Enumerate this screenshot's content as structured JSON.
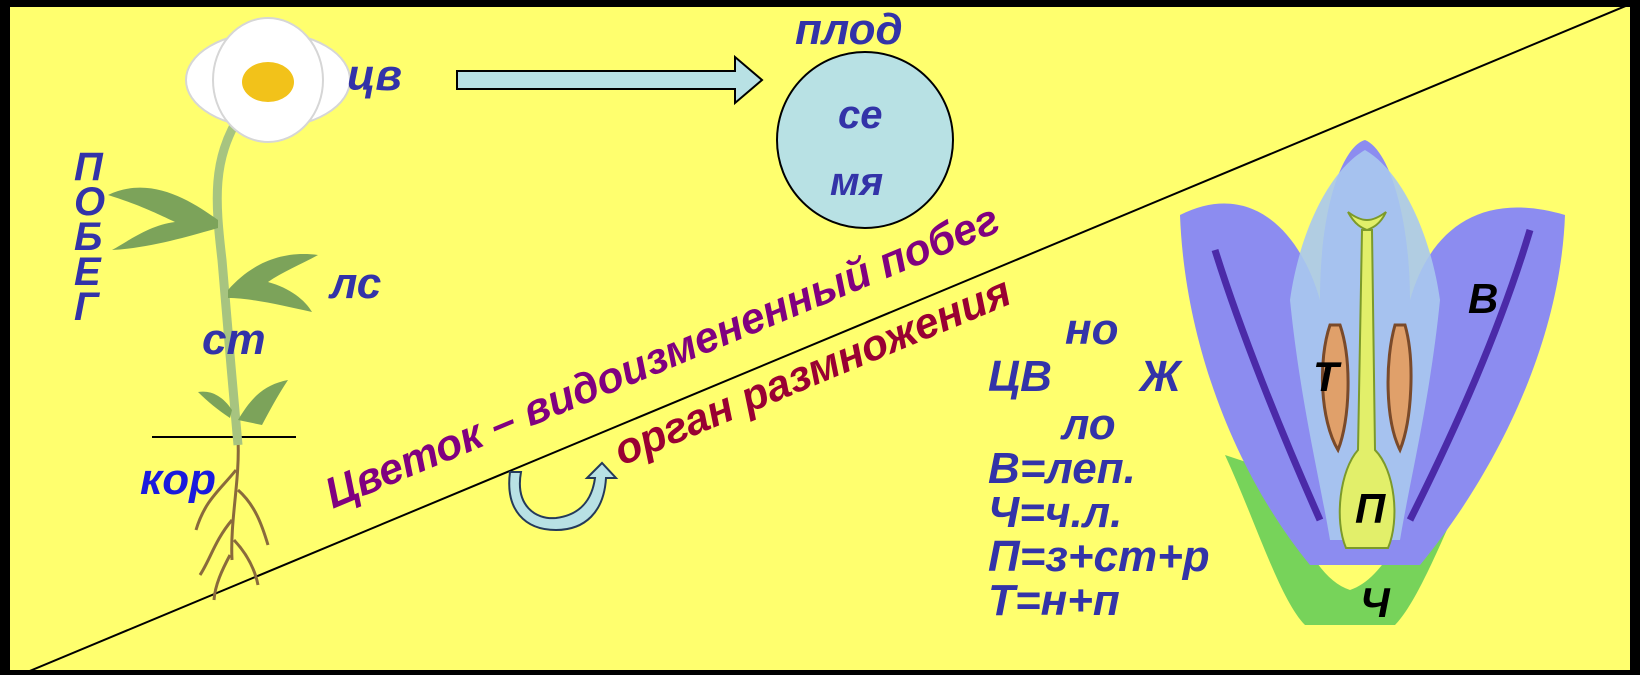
{
  "colors": {
    "background": "#ffff6e",
    "label": "#3333a8",
    "purple": "#800080",
    "maroon": "#990033",
    "circle": "#b8e1e4"
  },
  "plant": {
    "label_flower": "цв",
    "label_leaf": "лс",
    "label_stem": "ст",
    "label_root": "кор",
    "pobeg_letters": [
      "П",
      "О",
      "Б",
      "Е",
      "Г"
    ]
  },
  "fruit": {
    "label": "плод",
    "seed_line1": "се",
    "seed_line2": "мя"
  },
  "slogan": {
    "line1": "Цветок – видоизмененный побег",
    "line2": "орган размножения"
  },
  "formula": {
    "superscript": "но",
    "base": "ЦВ",
    "suffix": "Ж",
    "subscript": "ло",
    "lines": [
      "В=леп.",
      "Ч=ч.л.",
      "П=з+ст+р",
      "Т=н+п"
    ]
  },
  "flower_labels": {
    "v": "В",
    "t": "Т",
    "p": "П",
    "ch": "Ч"
  }
}
